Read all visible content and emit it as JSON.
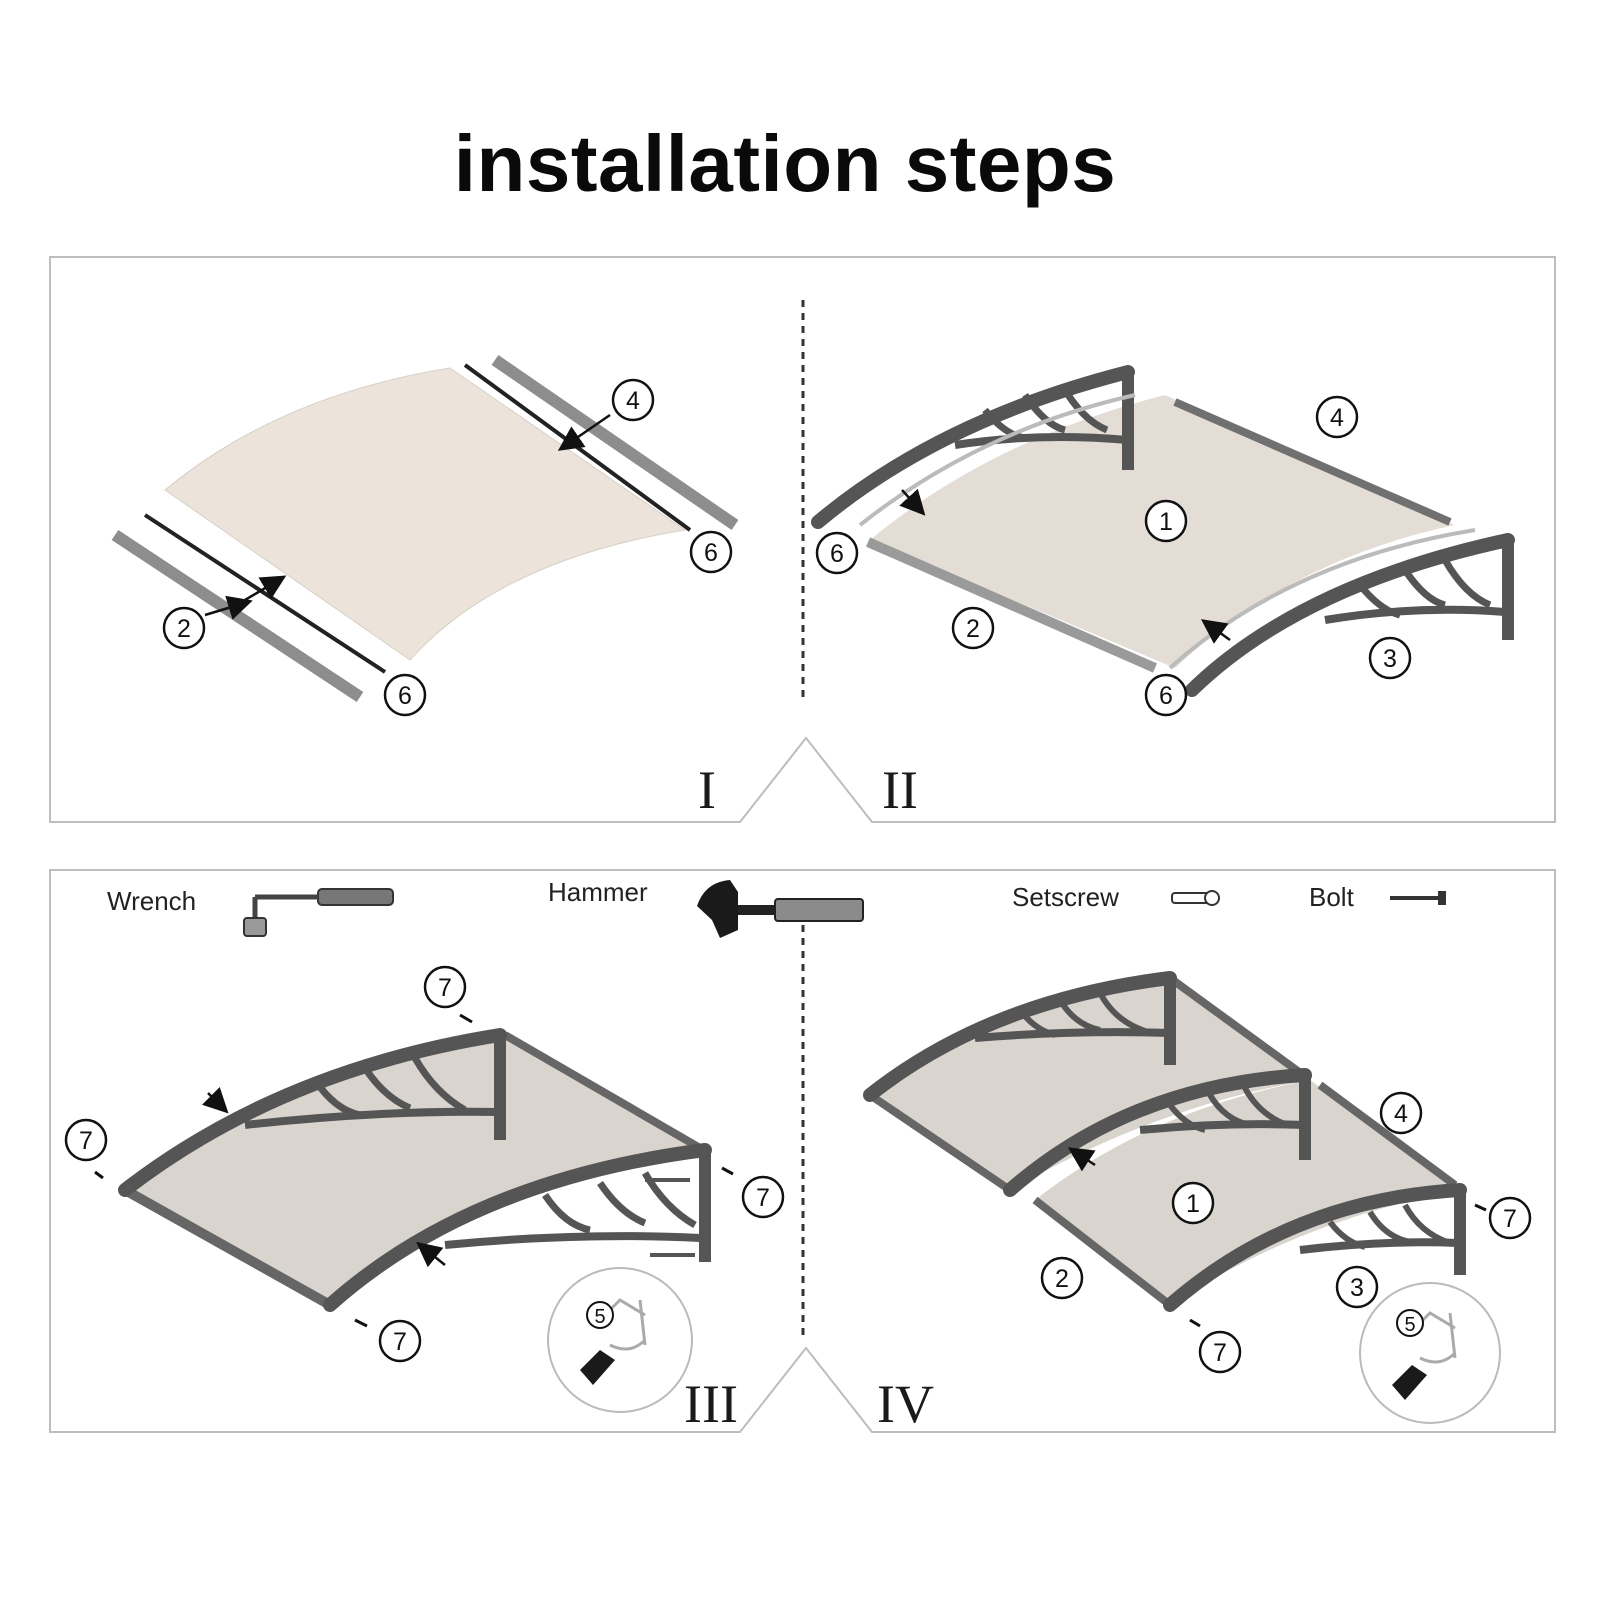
{
  "title": "installation steps",
  "steps": {
    "s1": "I",
    "s2": "II",
    "s3": "III",
    "s4": "IV"
  },
  "tools": {
    "wrench": "Wrench",
    "hammer": "Hammer",
    "setscrew": "Setscrew",
    "bolt": "Bolt"
  },
  "callouts": {
    "n1": "1",
    "n2": "2",
    "n3": "3",
    "n4": "4",
    "n5": "5",
    "n6": "6",
    "n7": "7"
  },
  "colors": {
    "panel_border": "#bdbdbd",
    "sheet_fill": "#ece4da",
    "sheet_fill_dark": "#d9d4ce",
    "bracket": "#555555",
    "rail": "#8d8d8d"
  }
}
